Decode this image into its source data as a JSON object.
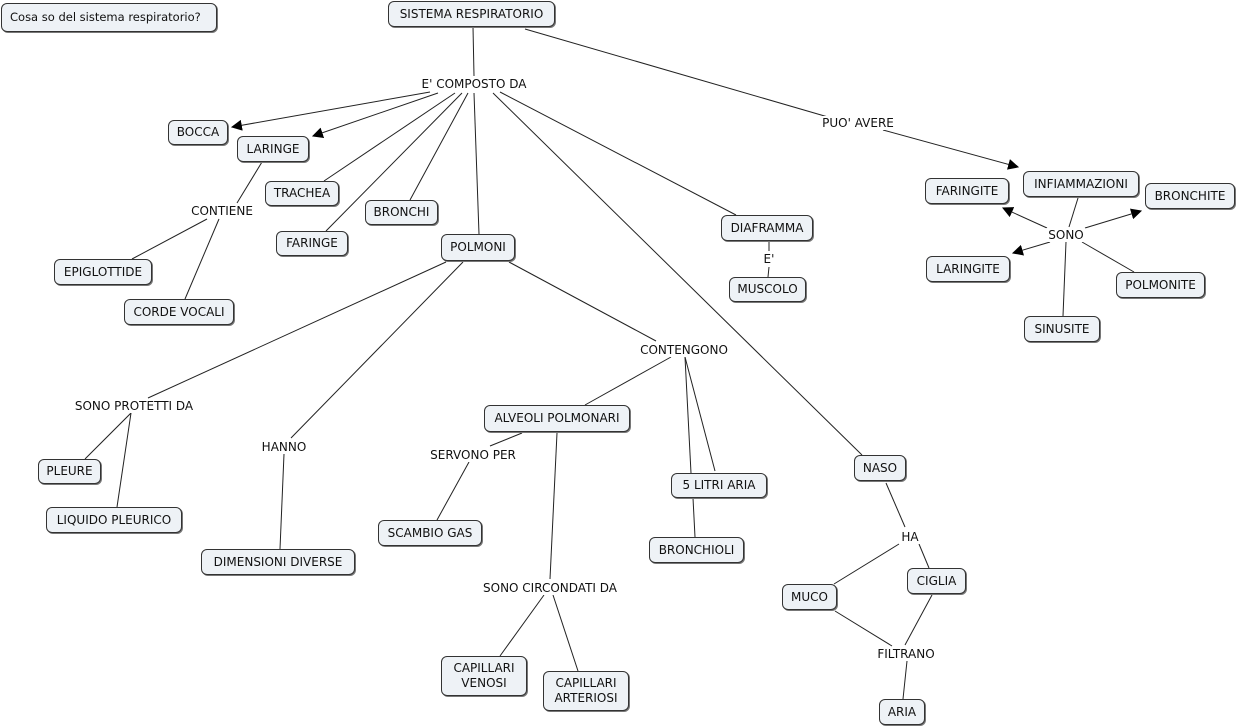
{
  "question": "Cosa so del sistema respiratorio?",
  "root": "SISTEMA RESPIRATORIO",
  "labels": {
    "composto": "E' COMPOSTO DA",
    "puo_avere": "PUO' AVERE",
    "contiene": "CONTIENE",
    "e": "E'",
    "sono": "SONO",
    "contengono": "CONTENGONO",
    "protetti": "SONO PROTETTI DA",
    "hanno": "HANNO",
    "servono": "SERVONO PER",
    "circondati": "SONO CIRCONDATI DA",
    "ha": "HA",
    "filtrano": "FILTRANO"
  },
  "concepts": {
    "bocca": "BOCCA",
    "laringe": "LARINGE",
    "trachea": "TRACHEA",
    "bronchi": "BRONCHI",
    "faringe": "FARINGE",
    "polmoni": "POLMONI",
    "diaframma": "DIAFRAMMA",
    "muscolo": "MUSCOLO",
    "epiglottide": "EPIGLOTTIDE",
    "corde_vocali": "CORDE VOCALI",
    "infiammazioni": "INFIAMMAZIONI",
    "faringite": "FARINGITE",
    "bronchite": "BRONCHITE",
    "laringite": "LARINGITE",
    "polmonite": "POLMONITE",
    "sinusite": "SINUSITE",
    "alveoli": "ALVEOLI POLMONARI",
    "scambio_gas": "SCAMBIO GAS",
    "cinque_litri": "5 LITRI ARIA",
    "bronchioli": "BRONCHIOLI",
    "pleure": "PLEURE",
    "liquido": "LIQUIDO PLEURICO",
    "dimensioni": "DIMENSIONI DIVERSE",
    "naso": "NASO",
    "muco": "MUCO",
    "ciglia": "CIGLIA",
    "aria": "ARIA",
    "cap_venosi": "CAPILLARI\nVENOSI",
    "cap_arteriosi": "CAPILLARI\nARTERIOSI"
  }
}
